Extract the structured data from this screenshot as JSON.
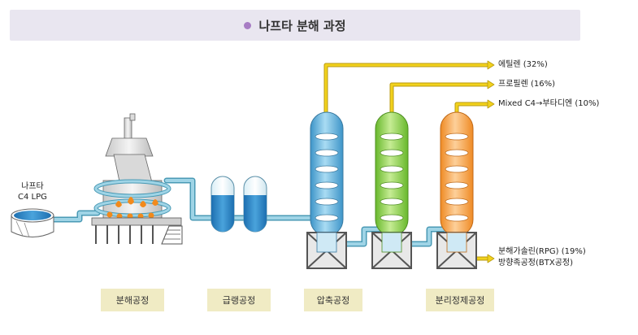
{
  "title": "나프타 분해 과정",
  "feed": {
    "line1": "나프타",
    "line2": "C4 LPG"
  },
  "outputs": [
    {
      "label": "에틸렌 (32%)",
      "color": "#f2d21c"
    },
    {
      "label": "프로필렌 (16%)",
      "color": "#f2d21c"
    },
    {
      "label": "Mixed C4→부타디엔 (10%)",
      "color": "#f2d21c"
    }
  ],
  "bottom_outputs": [
    {
      "label": "분해가솔린(RPG) (19%)"
    },
    {
      "label": "방향족공정(BTX공정)"
    }
  ],
  "stages": [
    {
      "label": "분해공정"
    },
    {
      "label": "급랭공정"
    },
    {
      "label": "압축공정"
    },
    {
      "label": "분리정제공정"
    }
  ],
  "colors": {
    "pipe": "#9fd4e6",
    "pipe_edge": "#4a9ab5",
    "product_pipe": "#f2d21c",
    "tower_blue": "#5ab0dc",
    "tower_green": "#8bd14a",
    "tower_orange": "#f7a64c",
    "stage_bg": "#f0ebc4",
    "title_bg": "#e9e6f0",
    "title_dot": "#a77cc4"
  }
}
